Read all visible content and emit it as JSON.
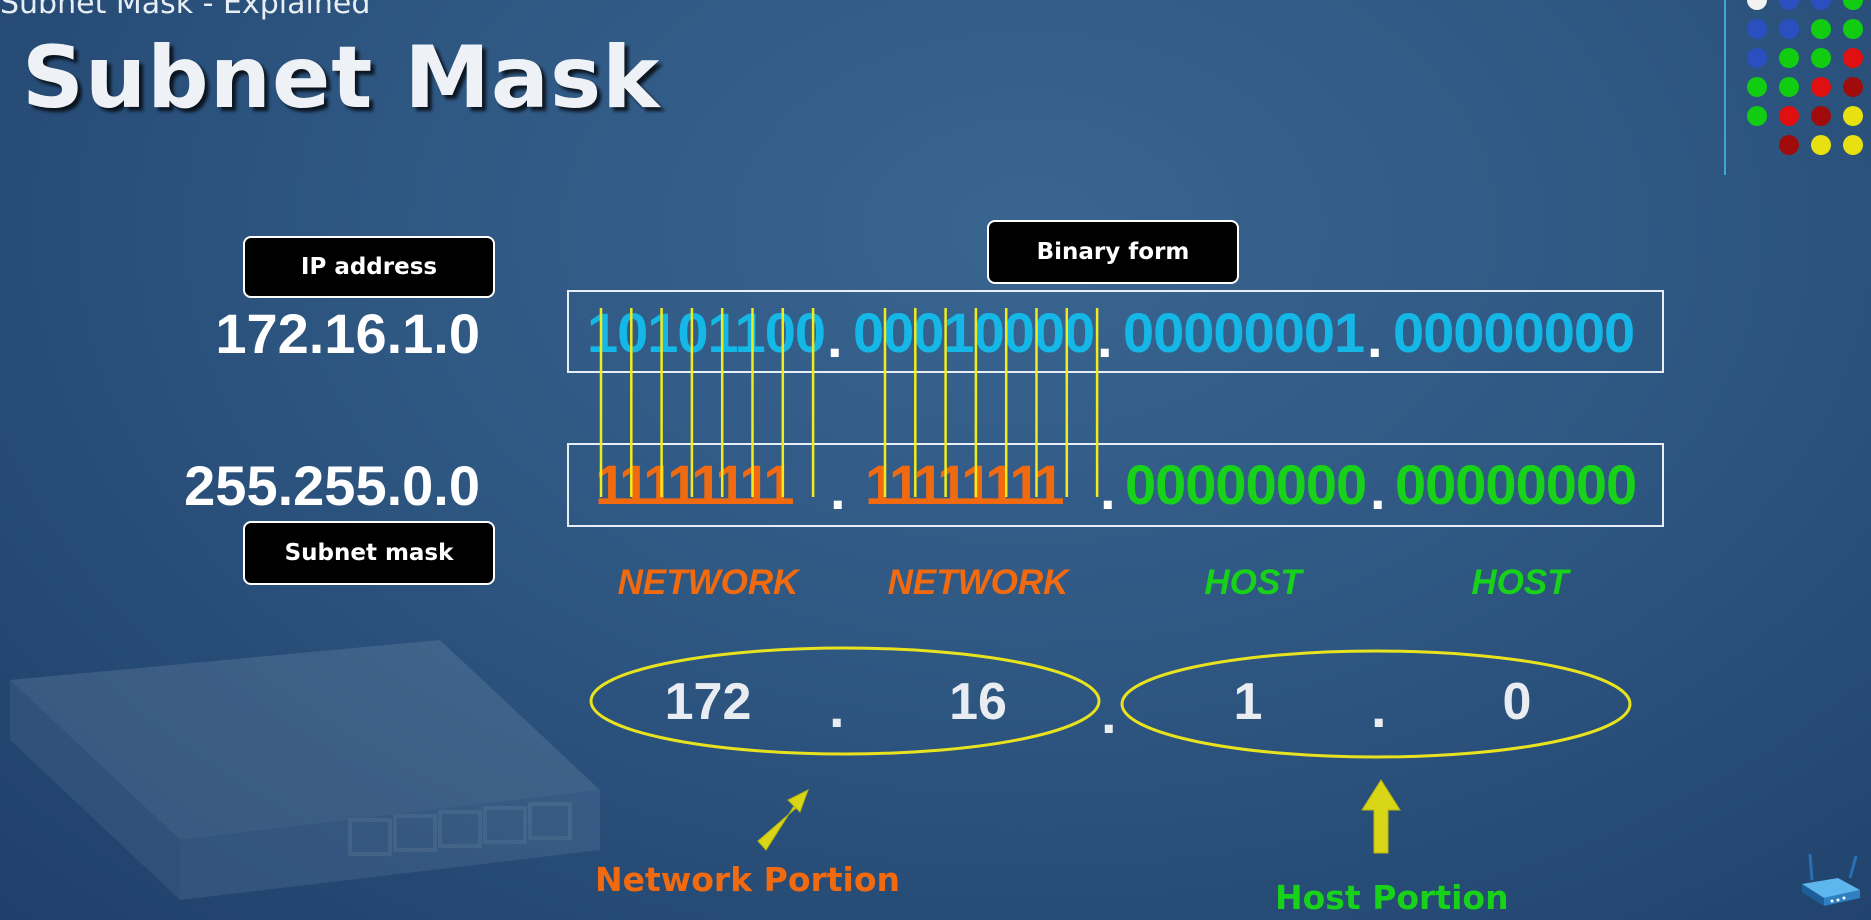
{
  "video_title": "Subnet Mask - Explained",
  "title": "Subnet Mask",
  "labels": {
    "ip_address": "IP address",
    "binary_form": "Binary form",
    "subnet_mask": "Subnet mask"
  },
  "ip": {
    "decimal": "172.16.1.0",
    "octets": [
      "10101100",
      "00010000",
      "00000001",
      "00000000"
    ]
  },
  "mask": {
    "decimal": "255.255.0.0",
    "octets": [
      "11111111",
      "11111111",
      "00000000",
      "00000000"
    ]
  },
  "separator": ".",
  "portions": [
    "NETWORK",
    "NETWORK",
    "HOST",
    "HOST"
  ],
  "network_group": {
    "a": "172",
    "b": "16"
  },
  "host_group": {
    "a": "1",
    "b": "0"
  },
  "captions": {
    "network": "Network Portion",
    "host": "Host Portion"
  },
  "colors": {
    "ip_binary": "#14b7e6",
    "network": "#f26a10",
    "host": "#18d21a",
    "connector": "#f2ec18",
    "arrow": "#d8d616",
    "ellipse": "#e9e21f"
  },
  "icons": {
    "corner_decoration": "dot-grid-icon",
    "router_logo": "router-icon",
    "background": "router-watermark"
  }
}
